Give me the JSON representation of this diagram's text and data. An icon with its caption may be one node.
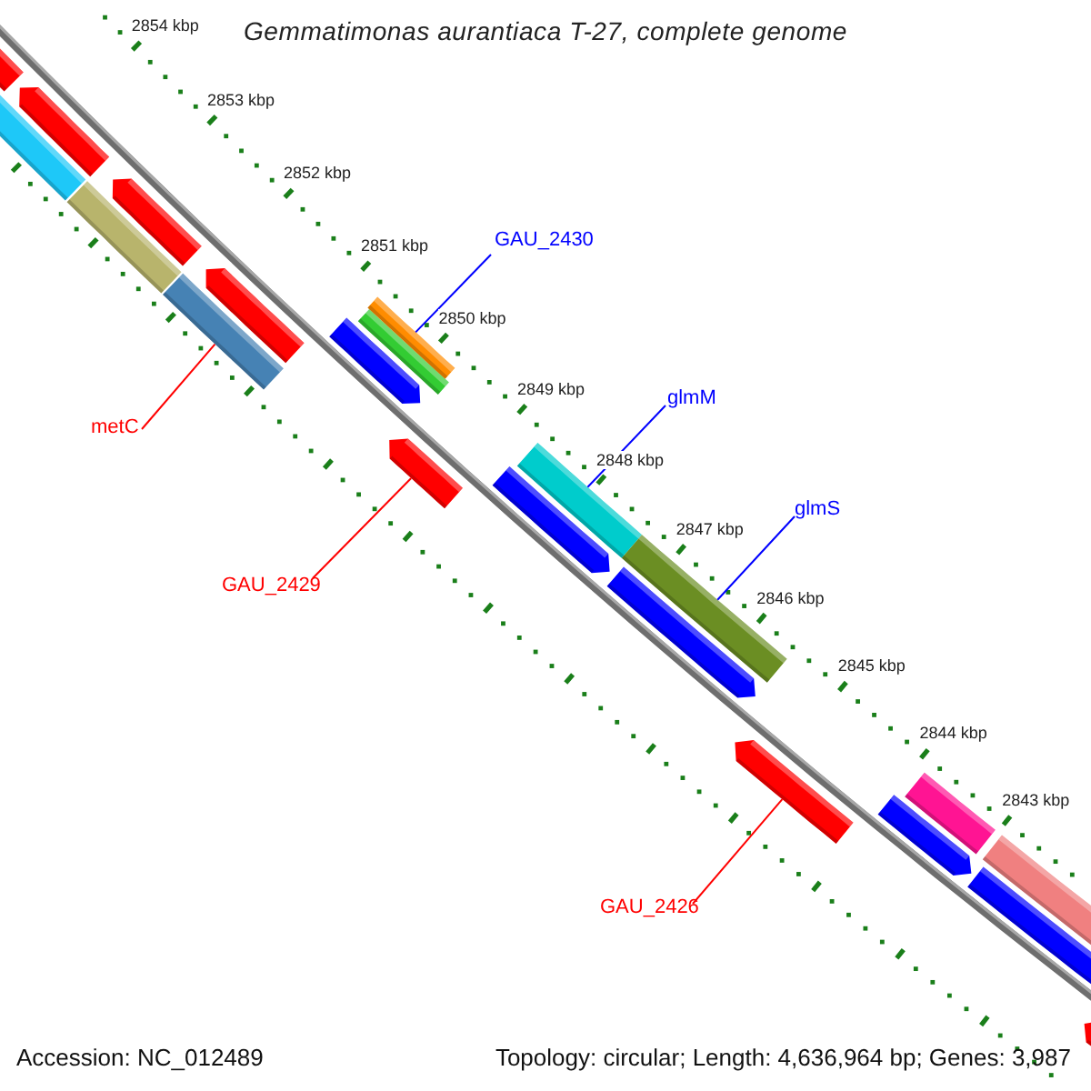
{
  "diagram": {
    "title": "Gemmatimonas aurantiaca T-27, complete genome",
    "nodes": [
      {
        "text": [
          "GAU_2430"
        ]
      },
      {
        "text": [
          "glmM"
        ]
      },
      {
        "text": [
          "metC"
        ]
      },
      {
        "text": [
          "glmS"
        ]
      },
      {
        "text": [
          "GAU_2429"
        ]
      },
      {
        "text": [
          "GAU_2426"
        ]
      },
      {
        "text": [],
        "shape": "arrow"
      },
      {
        "text": [],
        "shape": "arrow"
      },
      {
        "text": [],
        "shape": "bar"
      },
      {
        "text": [],
        "shape": "bar"
      },
      {
        "text": [],
        "shape": "arrow"
      },
      {
        "text": [],
        "shape": "bar"
      },
      {
        "text": [],
        "shape": "arrow"
      },
      {
        "text": [],
        "shape": "arrow"
      },
      {
        "text": [],
        "shape": "bar"
      },
      {
        "text": [],
        "shape": "bar"
      },
      {
        "text": [],
        "shape": "arrow"
      },
      {
        "text": [],
        "shape": "arrow"
      },
      {
        "text": [],
        "shape": "bar"
      },
      {
        "text": [],
        "shape": "arrow"
      },
      {
        "text": [],
        "shape": "bar"
      },
      {
        "text": [],
        "shape": "arrow"
      },
      {
        "text": [],
        "shape": "arrow"
      },
      {
        "text": [],
        "shape": "bar"
      },
      {
        "text": [],
        "shape": "bar"
      },
      {
        "text": [],
        "shape": "bar"
      },
      {
        "text": [],
        "shape": "arrow"
      }
    ],
    "edges": [
      {
        "from": 0,
        "to": 15,
        "arrow": "none",
        "color": "#0000ff"
      },
      {
        "from": 1,
        "to": 18,
        "arrow": "none",
        "color": "#0000ff"
      },
      {
        "from": 2,
        "to": 11,
        "arrow": "none",
        "color": "#ff0000"
      },
      {
        "from": 3,
        "to": 20,
        "arrow": "none",
        "color": "#0000ff"
      },
      {
        "from": 4,
        "to": 16,
        "arrow": "none",
        "color": "#ff0000"
      },
      {
        "from": 5,
        "to": 21,
        "arrow": "none",
        "color": "#ff0000"
      }
    ],
    "labels": [
      "2854 kbp",
      "2853 kbp",
      "2852 kbp",
      "2851 kbp",
      "2850 kbp",
      "2849 kbp",
      "2848 kbp",
      "2847 kbp",
      "2846 kbp",
      "2845 kbp",
      "2844 kbp",
      "2843 kbp",
      "Accession: NC_012489",
      "Topology: circular; Length: 4,636,964 bp; Genes: 3,987"
    ]
  }
}
